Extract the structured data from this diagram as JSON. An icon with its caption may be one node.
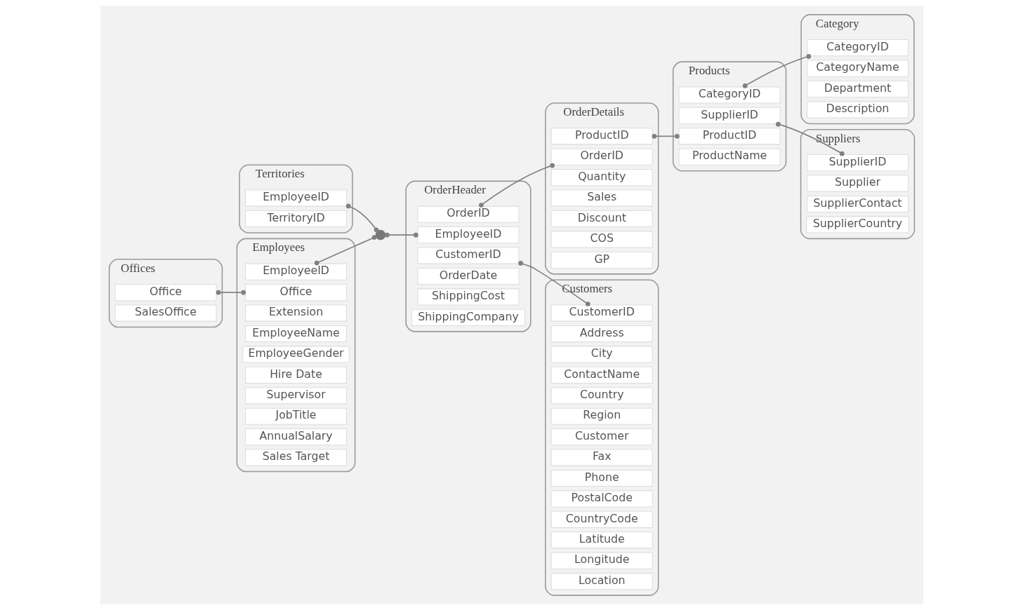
{
  "diagram": {
    "nodes": [
      {
        "text": [
          "Territories"
        ]
      },
      {
        "text": [
          "EmployeeID"
        ],
        "in": 0
      },
      {
        "text": [
          "TerritoryID"
        ],
        "in": 0
      },
      {
        "text": [
          "OrderHeader"
        ]
      },
      {
        "text": [
          "OrderID"
        ],
        "in": 3
      },
      {
        "text": [
          "EmployeeID"
        ],
        "in": 3
      },
      {
        "text": [
          "CustomerID"
        ],
        "in": 3
      },
      {
        "text": [
          "OrderDate"
        ],
        "in": 3
      },
      {
        "text": [
          "ShippingCost"
        ],
        "in": 3
      },
      {
        "text": [
          "ShippingCompany"
        ],
        "in": 3
      },
      {
        "text": [],
        "shape": "circle"
      },
      {
        "text": [
          "Employees"
        ]
      },
      {
        "text": [
          "EmployeeID"
        ],
        "in": 11
      },
      {
        "text": [
          "Office"
        ],
        "in": 11
      },
      {
        "text": [
          "Extension"
        ],
        "in": 11
      },
      {
        "text": [
          "EmployeeName"
        ],
        "in": 11
      },
      {
        "text": [
          "EmployeeGender"
        ],
        "in": 11
      },
      {
        "text": [
          "Hire Date"
        ],
        "in": 11
      },
      {
        "text": [
          "Supervisor"
        ],
        "in": 11
      },
      {
        "text": [
          "JobTitle"
        ],
        "in": 11
      },
      {
        "text": [
          "AnnualSalary"
        ],
        "in": 11
      },
      {
        "text": [
          "Sales Target"
        ],
        "in": 11
      },
      {
        "text": [
          "Offices"
        ]
      },
      {
        "text": [
          "Office"
        ],
        "in": 22
      },
      {
        "text": [
          "SalesOffice"
        ],
        "in": 22
      },
      {
        "text": [
          "Customers"
        ]
      },
      {
        "text": [
          "CustomerID"
        ],
        "in": 25
      },
      {
        "text": [
          "Address"
        ],
        "in": 25
      },
      {
        "text": [
          "City"
        ],
        "in": 25
      },
      {
        "text": [
          "ContactName"
        ],
        "in": 25
      },
      {
        "text": [
          "Country"
        ],
        "in": 25
      },
      {
        "text": [
          "Region"
        ],
        "in": 25
      },
      {
        "text": [
          "Customer"
        ],
        "in": 25
      },
      {
        "text": [
          "Fax"
        ],
        "in": 25
      },
      {
        "text": [
          "Phone"
        ],
        "in": 25
      },
      {
        "text": [
          "PostalCode"
        ],
        "in": 25
      },
      {
        "text": [
          "CountryCode"
        ],
        "in": 25
      },
      {
        "text": [
          "Latitude"
        ],
        "in": 25
      },
      {
        "text": [
          "Longitude"
        ],
        "in": 25
      },
      {
        "text": [
          "Location"
        ],
        "in": 25
      },
      {
        "text": [
          "OrderDetails"
        ]
      },
      {
        "text": [
          "ProductID"
        ],
        "in": 40
      },
      {
        "text": [
          "OrderID"
        ],
        "in": 40
      },
      {
        "text": [
          "Quantity"
        ],
        "in": 40
      },
      {
        "text": [
          "Sales"
        ],
        "in": 40
      },
      {
        "text": [
          "Discount"
        ],
        "in": 40
      },
      {
        "text": [
          "COS"
        ],
        "in": 40
      },
      {
        "text": [
          "GP"
        ],
        "in": 40
      },
      {
        "text": [
          "Products"
        ]
      },
      {
        "text": [
          "CategoryID"
        ],
        "in": 48
      },
      {
        "text": [
          "SupplierID"
        ],
        "in": 48
      },
      {
        "text": [
          "ProductID"
        ],
        "in": 48
      },
      {
        "text": [
          "ProductName"
        ],
        "in": 48
      },
      {
        "text": [
          "Suppliers"
        ]
      },
      {
        "text": [
          "SupplierID"
        ],
        "in": 53
      },
      {
        "text": [
          "Supplier"
        ],
        "in": 53
      },
      {
        "text": [
          "SupplierContact"
        ],
        "in": 53
      },
      {
        "text": [
          "SupplierCountry"
        ],
        "in": 53
      },
      {
        "text": [
          "Category"
        ]
      },
      {
        "text": [
          "CategoryID"
        ],
        "in": 58
      },
      {
        "text": [
          "CategoryName"
        ],
        "in": 58
      },
      {
        "text": [
          "Department"
        ],
        "in": 58
      },
      {
        "text": [
          "Description"
        ],
        "in": 58
      }
    ],
    "edges": [
      {
        "from": 1,
        "to": 10,
        "arrow": "other"
      },
      {
        "from": 10,
        "to": 5,
        "arrow": "other"
      },
      {
        "from": 12,
        "to": 10,
        "arrow": "other"
      },
      {
        "from": 4,
        "to": 42,
        "arrow": "other"
      },
      {
        "from": 6,
        "to": 26,
        "arrow": "other"
      },
      {
        "from": 23,
        "to": 13,
        "arrow": "other"
      },
      {
        "from": 41,
        "to": 51,
        "arrow": "other"
      },
      {
        "from": 50,
        "to": 54,
        "arrow": "other"
      },
      {
        "from": 49,
        "to": 59,
        "arrow": "other"
      }
    ]
  }
}
